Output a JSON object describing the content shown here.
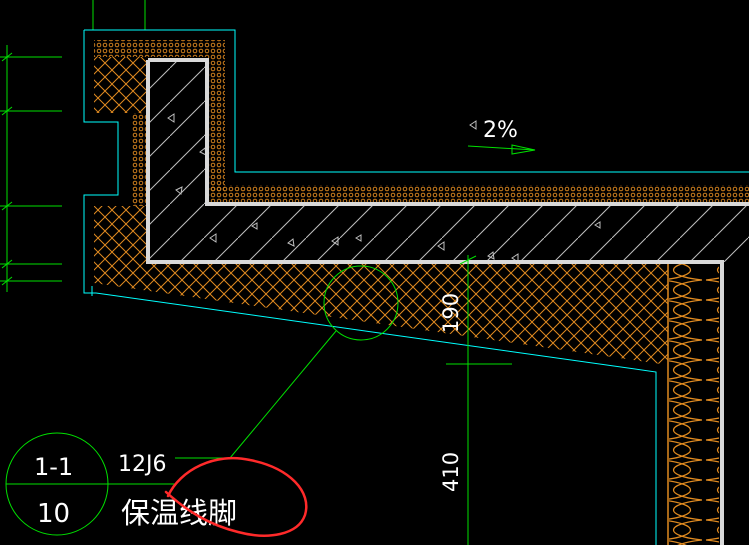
{
  "colors": {
    "background": "#000000",
    "dimension": "#00e000",
    "outline": "#00ffff",
    "concrete": "#d9d9d9",
    "insulation": "#e08a20",
    "hatch": "#bfbfbf",
    "annotation": "#ff2a2a",
    "text": "#ffffff"
  },
  "annotations": {
    "slope": "2%",
    "dim_thickness": "190",
    "dim_height": "410"
  },
  "detail_ref": {
    "number": "1-1",
    "sheet": "10",
    "atlas": "12J6",
    "title": "保温线脚"
  }
}
